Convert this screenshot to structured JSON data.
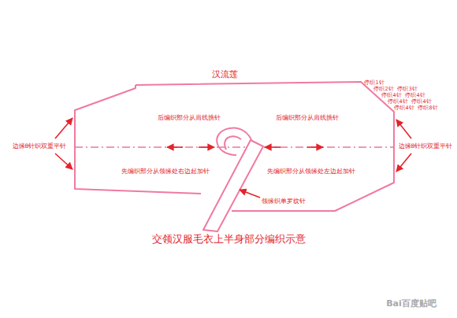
{
  "diagram": {
    "caption": "交领汉服毛衣上半身部分编织示意",
    "labels": [
      "汉流莲",
      "停织1针",
      "停织2针",
      "停织3针",
      "停织4针",
      "停织4针",
      "停织4针",
      "停织4针",
      "停织4针",
      "停织8针",
      "后编织部分从肩线挑针",
      "后编织部分从肩线挑针",
      "边缘8针织双重平针",
      "边缘8针织双重平针",
      "先编织部分从领缘处右边起加针",
      "先编织部分从领缘处左边起加针",
      "领缘织单罗纹针",
      "Bai百度贴吧"
    ]
  }
}
